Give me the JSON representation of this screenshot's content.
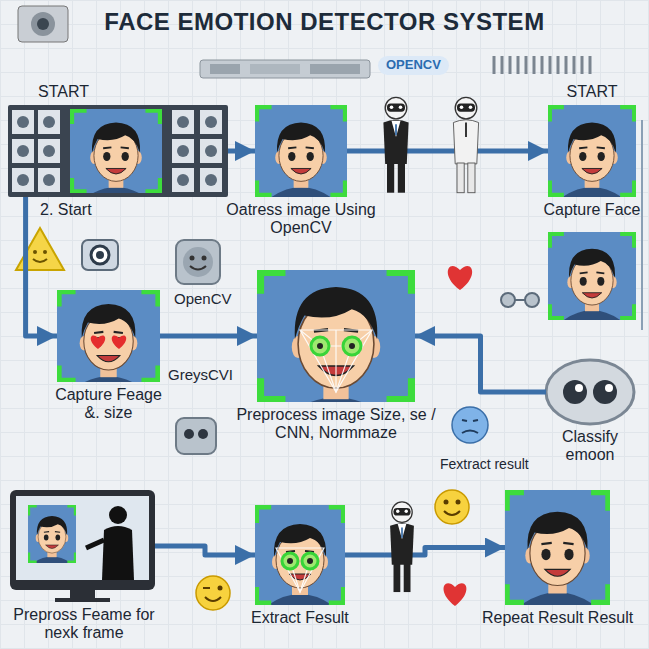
{
  "diagram": {
    "title": "FACE EMOTION DETECTOR SYSTEM",
    "nodes": [
      {
        "text": [
          "START",
          "2. Start"
        ]
      },
      {
        "text": [
          "Oatress image Using OpenCV"
        ]
      },
      {
        "text": [
          "START",
          "Capture Face"
        ]
      },
      {
        "text": [
          "Capture Feage &. size"
        ]
      },
      {
        "text": [
          "Preprocess image Size, se / CNN, Normmaze"
        ]
      },
      {
        "text": [
          "Classify emoon"
        ]
      },
      {
        "text": [
          "Prepross Feame for nexk frame"
        ]
      },
      {
        "text": [
          "Extract Fesult"
        ]
      },
      {
        "text": [
          "Repeat Result Result"
        ]
      }
    ],
    "edges": [
      {
        "from": 0,
        "to": 1,
        "arrow": "to"
      },
      {
        "from": 1,
        "to": 2,
        "arrow": "to"
      },
      {
        "from": 0,
        "to": 3,
        "arrow": "to"
      },
      {
        "from": 3,
        "to": 4,
        "arrow": "to"
      },
      {
        "from": 5,
        "to": 4,
        "arrow": "to"
      },
      {
        "from": 6,
        "to": 7,
        "arrow": "to"
      },
      {
        "from": 7,
        "to": 8,
        "arrow": "to"
      }
    ],
    "labels": [
      "OPENCV",
      "OpenCV",
      "GreysCVI",
      "Fextract result"
    ]
  }
}
